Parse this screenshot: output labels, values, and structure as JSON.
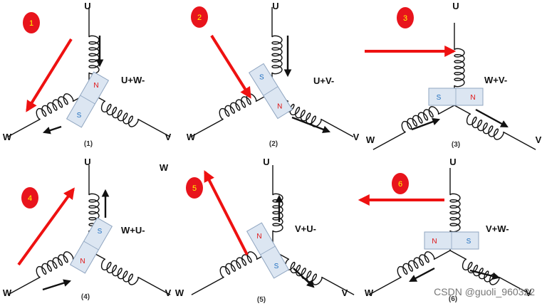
{
  "colors": {
    "arrow": "#ee1111",
    "badge": "#e8141c",
    "badge_text": "#ffff00",
    "magnet_fill": "#dce6f2",
    "magnet_stroke": "#8fa5c0",
    "north": "#e01010",
    "south": "#1f6fc0",
    "coil": "#111111"
  },
  "panels": [
    {
      "step": "1",
      "caption": "(1)",
      "combo": "U+W-",
      "terminals": {
        "u": "U",
        "v": "V",
        "w": "W"
      },
      "magnet": {
        "north": "N",
        "south": "S"
      }
    },
    {
      "step": "2",
      "caption": "(2)",
      "combo": "U+V-",
      "terminals": {
        "u": "U",
        "v": "V",
        "w": "W"
      },
      "magnet": {
        "north": "N",
        "south": "S"
      }
    },
    {
      "step": "3",
      "caption": "(3)",
      "combo": "W+V-",
      "terminals": {
        "u": "U",
        "v": "V",
        "w": "W"
      },
      "magnet": {
        "north": "N",
        "south": "S"
      }
    },
    {
      "step": "4",
      "caption": "(4)",
      "combo": "W+U-",
      "terminals": {
        "u": "U",
        "v": "V",
        "w": "W"
      },
      "magnet": {
        "north": "N",
        "south": "S"
      }
    },
    {
      "step": "5",
      "caption": "(5)",
      "combo": "V+U-",
      "terminals": {
        "u": "U",
        "v": "V",
        "w": "W"
      },
      "magnet": {
        "north": "N",
        "south": "S"
      }
    },
    {
      "step": "6",
      "caption": "(6)",
      "combo": "V+W-",
      "terminals": {
        "u": "U",
        "v": "V",
        "w": "W"
      },
      "magnet": {
        "north": "N",
        "south": "S"
      }
    }
  ],
  "stray_label": "W",
  "watermark": "CSDN @guoli_960322"
}
